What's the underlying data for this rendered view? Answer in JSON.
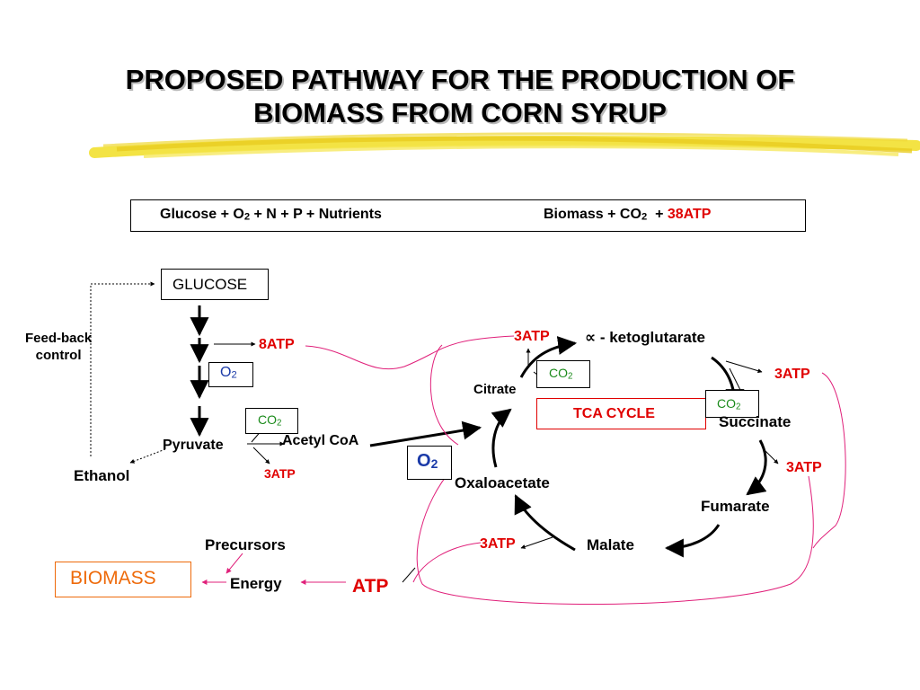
{
  "title": {
    "line1": "PROPOSED PATHWAY FOR THE PRODUCTION OF",
    "line2": "BIOMASS FROM CORN SYRUP"
  },
  "equation": {
    "left": "Glucose + O",
    "sub1": "2",
    "rest": " + N + P + Nutrients",
    "right": "Biomass  +  CO",
    "sub2": "2",
    "plus": "  + ",
    "atp": "38ATP"
  },
  "nodes": {
    "glucose": "GLUCOSE",
    "feedback": [
      "Feed-back",
      "control"
    ],
    "atp8": "8ATP",
    "o2_small": "O",
    "o2_small_sub": "2",
    "co2_glycolysis": "CO",
    "co2_glycolysis_sub": "2",
    "pyruvate": "Pyruvate",
    "acetyl_coa": "Acetyl CoA",
    "atp3_pyruvate": "3ATP",
    "ethanol": "Ethanol",
    "o2_large": "O",
    "o2_large_sub": "2",
    "atp3_citrate": "3ATP",
    "ketoglutarate": "∝ - ketoglutarate",
    "citrate": "Citrate",
    "co2_citrate": "CO",
    "co2_citrate_sub": "2",
    "tca_cycle": "TCA CYCLE",
    "co2_succinate": "CO",
    "co2_succinate_sub": "2",
    "atp3_keto": "3ATP",
    "succinate": "Succinate",
    "atp3_succinate": "3ATP",
    "oxaloacetate": "Oxaloacetate",
    "fumarate": "Fumarate",
    "precursors": "Precursors",
    "atp3_malate": "3ATP",
    "malate": "Malate",
    "biomass": "BIOMASS",
    "energy": "Energy",
    "atp": "ATP"
  },
  "colors": {
    "red": "#e00000",
    "green": "#1a8a1a",
    "blue": "#1a3aa8",
    "orange": "#ee6a0a",
    "magenta": "#e0207a",
    "highlight": "#f2e030"
  }
}
